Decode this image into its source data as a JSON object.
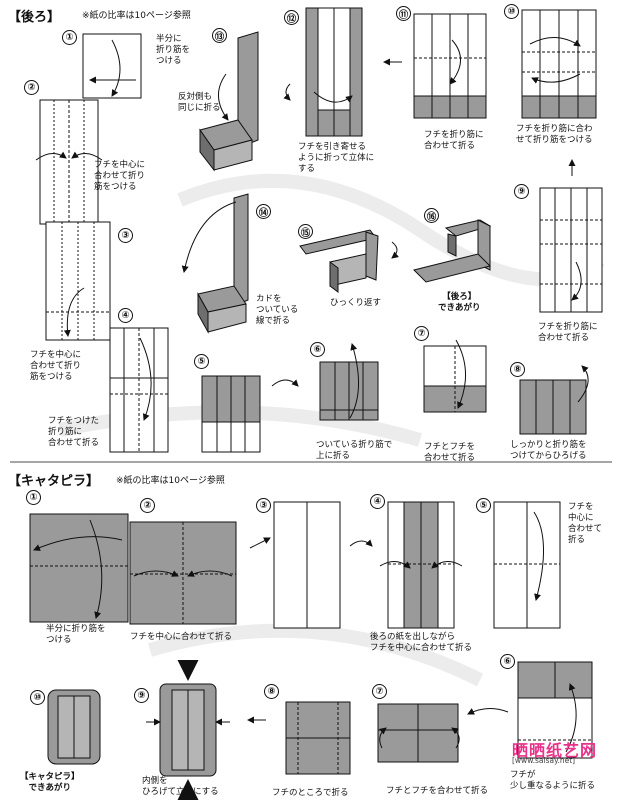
{
  "headers": {
    "back": "【後ろ】",
    "caterpillar": "【キャタピラ】"
  },
  "ratio_notes": {
    "back": "※紙の比率は10ページ参照",
    "caterpillar": "※紙の比率は10ページ参照"
  },
  "back_steps": {
    "s1": {
      "num": "①",
      "text": "半分に\n折り筋を\nつける"
    },
    "s2": {
      "num": "②",
      "text": "フチを中心に\n合わせて折り\n筋をつける"
    },
    "s3": {
      "num": "③",
      "text": "フチを中心に\n合わせて折り\n筋をつける"
    },
    "s4": {
      "num": "④",
      "text": "フチをつけた\n折り筋に\n合わせて折る"
    },
    "s5": {
      "num": "⑤"
    },
    "s6": {
      "num": "⑥",
      "text": "ついている折り筋で\n上に折る"
    },
    "s7": {
      "num": "⑦",
      "text": "フチとフチを\n合わせて折る"
    },
    "s8": {
      "num": "⑧",
      "text": "しっかりと折り筋を\nつけてからひろげる"
    },
    "s9": {
      "num": "⑨",
      "text": "フチを折り筋に\n合わせて折る"
    },
    "s10": {
      "num": "⑩",
      "text": "フチを折り筋に合わ\nせて折り筋をつける"
    },
    "s11": {
      "num": "⑪",
      "text": "フチを折り筋に\n合わせて折る"
    },
    "s12": {
      "num": "⑫",
      "text": "フチを引き寄せる\nように折って立体に\nする"
    },
    "s13": {
      "num": "⑬",
      "text": "反対側も\n同じに折る"
    },
    "s14": {
      "num": "⑭",
      "text": "カドを\nついている\n線で折る"
    },
    "s15": {
      "num": "⑮",
      "text": "ひっくり返す"
    },
    "s16": {
      "num": "⑯",
      "text": "【後ろ】\nできあがり"
    }
  },
  "cat_steps": {
    "s1": {
      "num": "①",
      "text": "半分に折り筋を\nつける"
    },
    "s2": {
      "num": "②",
      "text": "フチを中心に合わせて折る"
    },
    "s3": {
      "num": "③"
    },
    "s4": {
      "num": "④",
      "text": "後ろの紙を出しながら\nフチを中心に合わせて折る"
    },
    "s5": {
      "num": "⑤",
      "text": "フチを\n中心に\n合わせて\n折る"
    },
    "s6": {
      "num": "⑥",
      "text": "フチが\n少し重なるように折る"
    },
    "s7": {
      "num": "⑦",
      "text": "フチとフチを合わせて折る"
    },
    "s8": {
      "num": "⑧",
      "text": "フチのところで折る"
    },
    "s9": {
      "num": "⑨",
      "text": "内側を\nひろげて立体にする"
    },
    "s10": {
      "num": "⑩",
      "text": "【キャタピラ】\nできあがり"
    }
  },
  "watermark": {
    "brand": "晒晒纸艺网",
    "url": "[www.saisay.net]"
  },
  "colors": {
    "paper": "#9a9a9a",
    "paper_dark": "#6e6e6e",
    "line": "#111111"
  }
}
